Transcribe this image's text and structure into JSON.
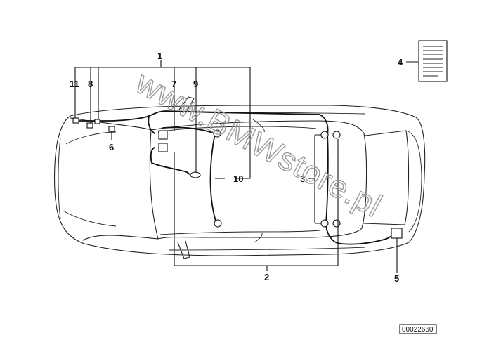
{
  "diagram": {
    "callouts": [
      {
        "id": "1",
        "text": "1"
      },
      {
        "id": "2",
        "text": "2"
      },
      {
        "id": "3",
        "text": "3"
      },
      {
        "id": "4",
        "text": "4"
      },
      {
        "id": "5",
        "text": "5"
      },
      {
        "id": "6",
        "text": "6"
      },
      {
        "id": "7",
        "text": "7"
      },
      {
        "id": "8",
        "text": "8"
      },
      {
        "id": "9",
        "text": "9"
      },
      {
        "id": "10",
        "text": "10"
      },
      {
        "id": "11",
        "text": "11"
      }
    ],
    "watermark": "www.BMWstore.pl",
    "reference_number": "00022660",
    "colors": {
      "line": "#111111",
      "watermark": "#9a9a9a",
      "background": "#ffffff"
    }
  }
}
